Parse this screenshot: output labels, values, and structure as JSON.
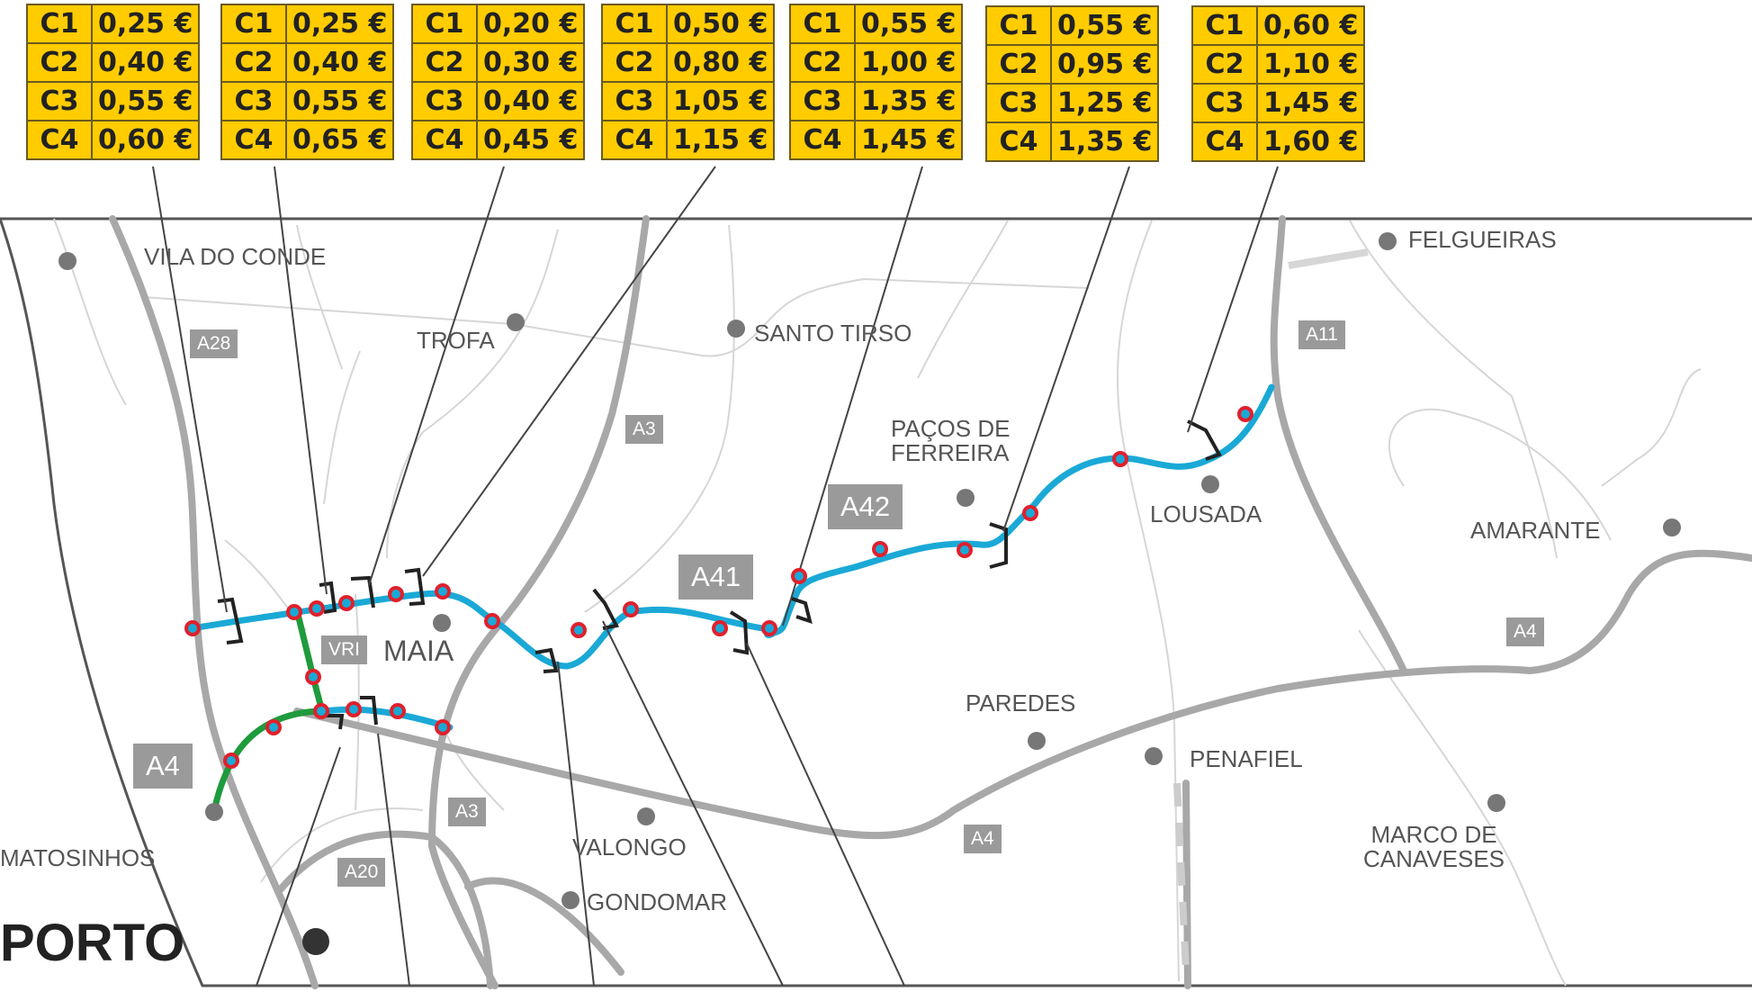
{
  "price_tables": [
    {
      "rows": [
        [
          "C1",
          "0,25 €"
        ],
        [
          "C2",
          "0,40 €"
        ],
        [
          "C3",
          "0,55 €"
        ],
        [
          "C4",
          "0,60 €"
        ]
      ]
    },
    {
      "rows": [
        [
          "C1",
          "0,25 €"
        ],
        [
          "C2",
          "0,40 €"
        ],
        [
          "C3",
          "0,55 €"
        ],
        [
          "C4",
          "0,65 €"
        ]
      ]
    },
    {
      "rows": [
        [
          "C1",
          "0,20 €"
        ],
        [
          "C2",
          "0,30 €"
        ],
        [
          "C3",
          "0,40 €"
        ],
        [
          "C4",
          "0,45 €"
        ]
      ]
    },
    {
      "rows": [
        [
          "C1",
          "0,50 €"
        ],
        [
          "C2",
          "0,80 €"
        ],
        [
          "C3",
          "1,05 €"
        ],
        [
          "C4",
          "1,15 €"
        ]
      ]
    },
    {
      "rows": [
        [
          "C1",
          "0,55 €"
        ],
        [
          "C2",
          "1,00 €"
        ],
        [
          "C3",
          "1,35 €"
        ],
        [
          "C4",
          "1,45 €"
        ]
      ]
    },
    {
      "rows": [
        [
          "C1",
          "0,55 €"
        ],
        [
          "C2",
          "0,95 €"
        ],
        [
          "C3",
          "1,25 €"
        ],
        [
          "C4",
          "1,35 €"
        ]
      ]
    },
    {
      "rows": [
        [
          "C1",
          "0,60 €"
        ],
        [
          "C2",
          "1,10 €"
        ],
        [
          "C3",
          "1,45 €"
        ],
        [
          "C4",
          "1,60 €"
        ]
      ]
    }
  ],
  "cities": {
    "vila_do_conde": "VILA DO CONDE",
    "trofa": "TROFA",
    "santo_tirso": "SANTO TIRSO",
    "felgueiras": "FELGUEIRAS",
    "pacos_de_ferreira_1": "PAÇOS DE",
    "pacos_de_ferreira_2": "FERREIRA",
    "lousada": "LOUSADA",
    "amarante": "AMARANTE",
    "maia": "MAIA",
    "paredes": "PAREDES",
    "penafiel": "PENAFIEL",
    "matosinhos": "MATOSINHOS",
    "valongo": "VALONGO",
    "gondomar": "GONDOMAR",
    "marco_de_canaveses_1": "MARCO DE",
    "marco_de_canaveses_2": "CANAVESES",
    "porto": "PORTO"
  },
  "roads": {
    "a28": "A28",
    "a3_north": "A3",
    "a3_south": "A3",
    "a11": "A11",
    "a42": "A42",
    "a41": "A41",
    "vri": "VRI",
    "a4_west": "A4",
    "a4_center": "A4",
    "a4_east": "A4",
    "a20": "A20"
  },
  "colors": {
    "price_background": "#FFCC00",
    "a41_a42_route": "#1aa9d6",
    "vri_route": "#1f9a3c",
    "toll_marker": "#e0202c",
    "main_road": "#a8a8a8",
    "minor_road": "#d4d4d4"
  }
}
